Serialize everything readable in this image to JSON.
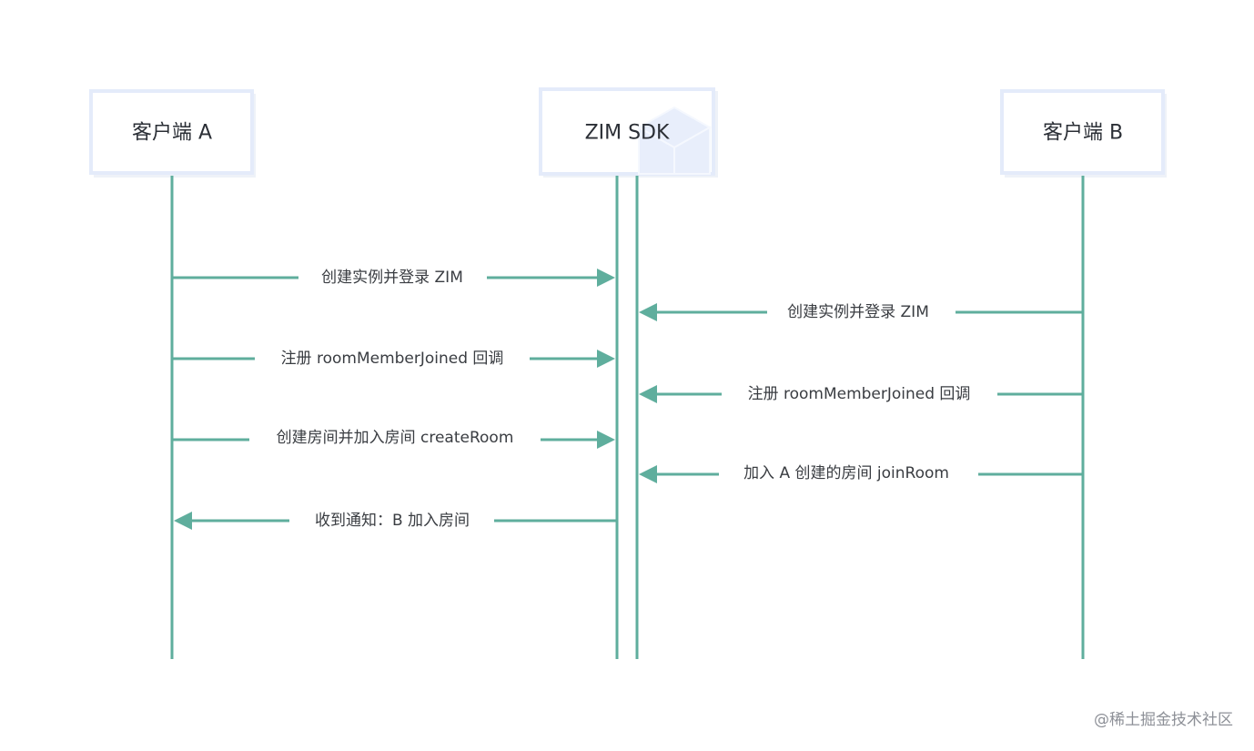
{
  "participants": [
    {
      "id": "client-a",
      "label": "客户端 A"
    },
    {
      "id": "zim-sdk",
      "label": "ZIM SDK"
    },
    {
      "id": "client-b",
      "label": "客户端 B"
    }
  ],
  "messages": [
    {
      "from": "client-a",
      "to": "zim-sdk",
      "label": "创建实例并登录 ZIM"
    },
    {
      "from": "client-b",
      "to": "zim-sdk",
      "label": "创建实例并登录 ZIM"
    },
    {
      "from": "client-a",
      "to": "zim-sdk",
      "label": "注册 roomMemberJoined 回调"
    },
    {
      "from": "client-b",
      "to": "zim-sdk",
      "label": "注册 roomMemberJoined 回调"
    },
    {
      "from": "client-a",
      "to": "zim-sdk",
      "label": "创建房间并加入房间 createRoom"
    },
    {
      "from": "client-b",
      "to": "zim-sdk",
      "label": "加入 A 创建的房间 joinRoom"
    },
    {
      "from": "zim-sdk",
      "to": "client-a",
      "label": "收到通知：B 加入房间"
    }
  ],
  "colors": {
    "line": "#5fae9d",
    "box_border": "#e4ebfa",
    "text": "#2b2f36"
  },
  "watermark": "@稀土掘金技术社区"
}
